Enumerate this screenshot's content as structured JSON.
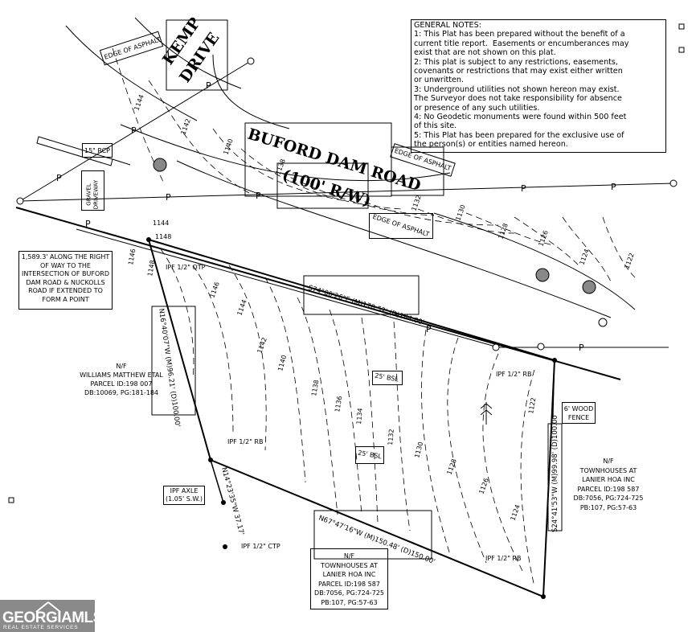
{
  "notes": {
    "title": "GENERAL NOTES:",
    "lines": [
      "1: This Plat has been prepared without the benefit of a",
      "current title report.  Easements or encumberances may",
      "exist that are not shown on this plat.",
      "2: This plat is subject to any restrictions, easements,",
      "covenants or restrictions that may exist either written",
      "or unwritten.",
      "3: Underground utilities not shown hereon may exist.",
      "The Surveyor does not take responsibility for absence",
      "or presence of any such utilities.",
      "4: No Geodetic monuments were found within 500 feet",
      "of this site.",
      "5: This Plat has been prepared for the exclusive use of",
      "the person(s) or entities named hereon."
    ]
  },
  "roads": {
    "kemp_line1": "KEMP",
    "kemp_line2": "DRIVE",
    "buford": "BUFORD DAM ROAD",
    "row": "(100' R/W)"
  },
  "labels": {
    "edge_asphalt_1": "EDGE OF ASPHALT",
    "edge_asphalt_2": "EDGE OF ASPHALT",
    "edge_asphalt_3": "EDGE OF ASPHALT",
    "rcp": "15\" RCP",
    "gravel_line1": "GRAVEL",
    "gravel_line2": "DRIVEWAY",
    "along_row": [
      "1,589.3' ALONG THE RIGHT",
      "OF WAY TO THE",
      "INTERSECTION OF BUFORD",
      "DAM ROAD & NUCKOLLS",
      "ROAD IF EXTENDED TO",
      "FORM A POINT"
    ],
    "ipf_otp": "IPF 1/2\" OTP",
    "ipf_rb_top": "IPF 1/2\" RB",
    "ipf_rb_mid": "IPF 1/2\" RB",
    "ipf_rb_bottom": "IPF 1/2\" RB",
    "ipf_axle": [
      "IPF AXLE",
      "(1.05' S.W.)"
    ],
    "ipf_ctp": "IPF 1/2\" CTP",
    "wood_fence": [
      "6' WOOD",
      "FENCE"
    ],
    "bsl_1": "25' BSL",
    "bsl_2": "25' BSL"
  },
  "bearings": {
    "north": "S74°00'26\"E (M)178.52' (D)184.00'",
    "west": "N16°40'07\"W (M)96.21' (D)100.00'",
    "east": "S24°41'53\"W (M)99.98' (D)100.00'",
    "south": "N67°47'16\"W (M)150.48' (D)150.00'",
    "short": "N14°23'35\"W 37.17'"
  },
  "owners": {
    "west": [
      "N/F",
      "WILLIAMS MATTHEW ETAL",
      "PARCEL ID:198 007",
      "DB:10069, PG:181-184"
    ],
    "east": [
      "N/F",
      "TOWNHOUSES AT",
      "LANIER HOA INC",
      "PARCEL ID:198 587",
      "DB:7056, PG:724-725",
      "PB:107, PG:57-63"
    ],
    "south": [
      "N/F",
      "TOWNHOUSES AT",
      "LANIER HOA INC",
      "PARCEL ID:198 587",
      "DB:7056, PG:724-725",
      "PB:107, PG:57-63"
    ]
  },
  "contours": [
    "1144",
    "1142",
    "1140",
    "1138",
    "1136",
    "1134",
    "1132",
    "1130",
    "1128",
    "1126",
    "1124",
    "1122",
    "1144",
    "1148",
    "1146",
    "1148",
    "1146",
    "1144",
    "1142",
    "1140",
    "1138",
    "1136",
    "1134",
    "1132",
    "1130",
    "1128",
    "1126",
    "1124",
    "1122"
  ],
  "power_label": "P",
  "watermark": {
    "brand": "GEORGIAMLS",
    "tag": "REAL ESTATE SERVICES"
  }
}
